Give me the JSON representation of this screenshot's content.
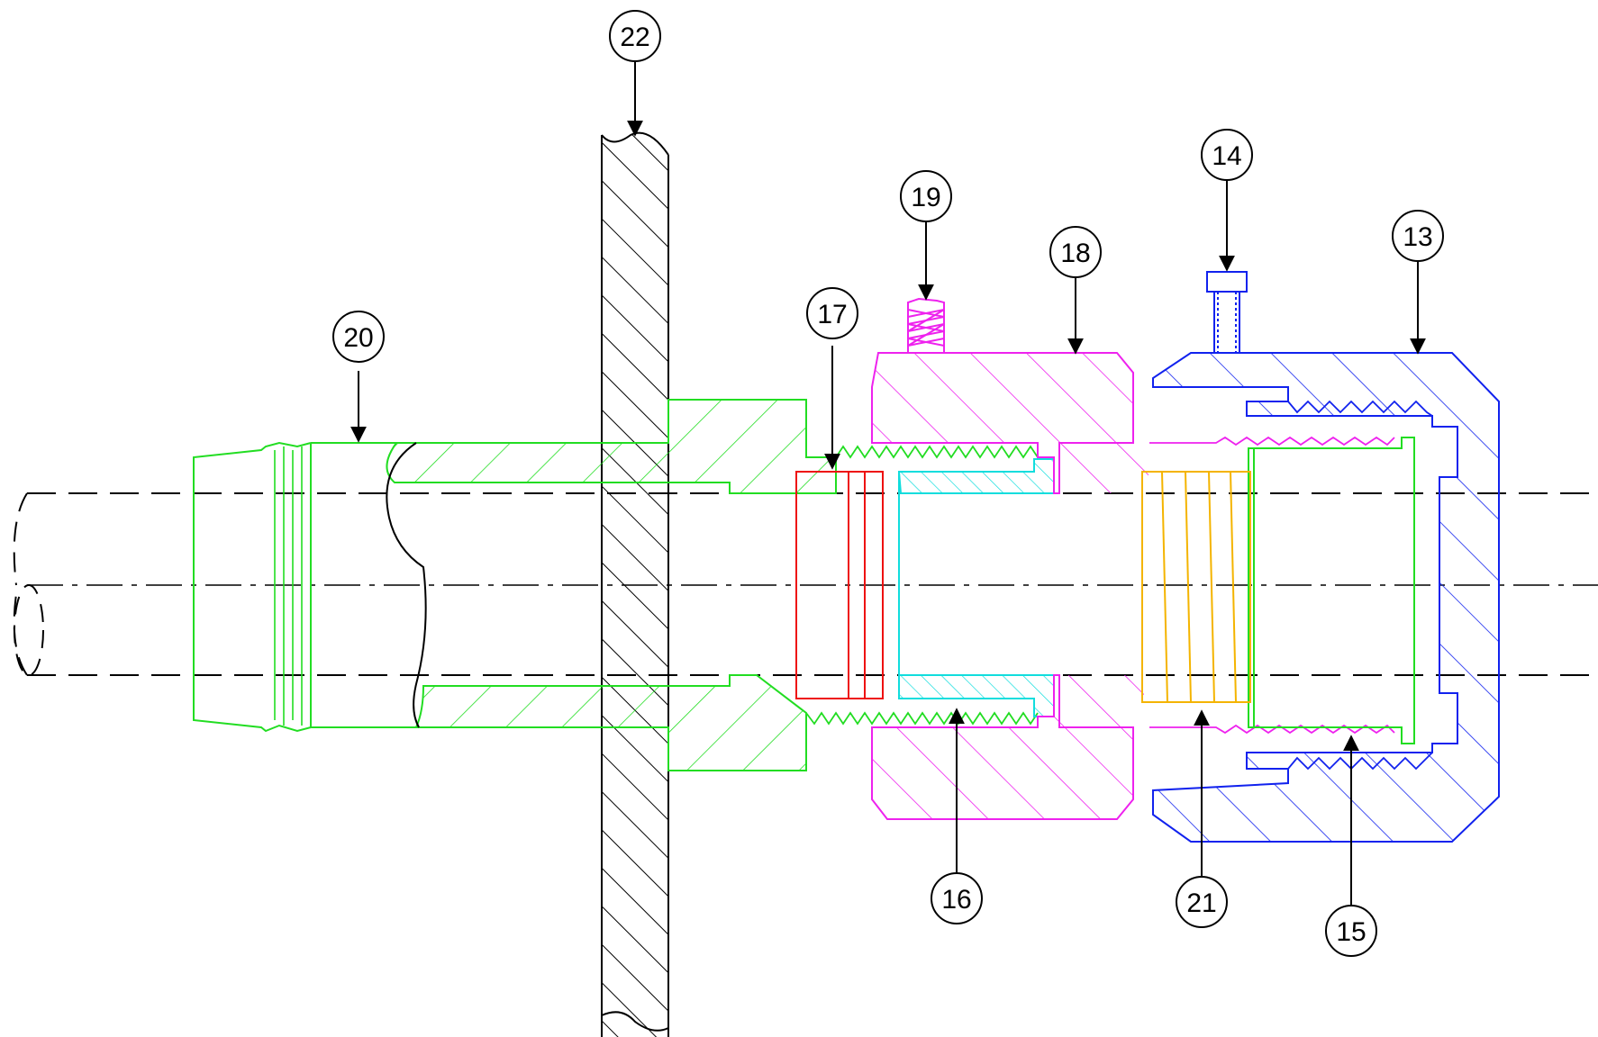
{
  "drawing": {
    "colors": {
      "outline": "#000000",
      "body": "#22dd22",
      "seal": "#ee1111",
      "bushing": "#11dddd",
      "nut": "#ee22ee",
      "cap": "#1122ee",
      "rings": "#f4b400"
    },
    "balloons": [
      {
        "label": "22"
      },
      {
        "label": "20"
      },
      {
        "label": "17"
      },
      {
        "label": "19"
      },
      {
        "label": "18"
      },
      {
        "label": "14"
      },
      {
        "label": "13"
      },
      {
        "label": "16"
      },
      {
        "label": "21"
      },
      {
        "label": "15"
      }
    ]
  }
}
